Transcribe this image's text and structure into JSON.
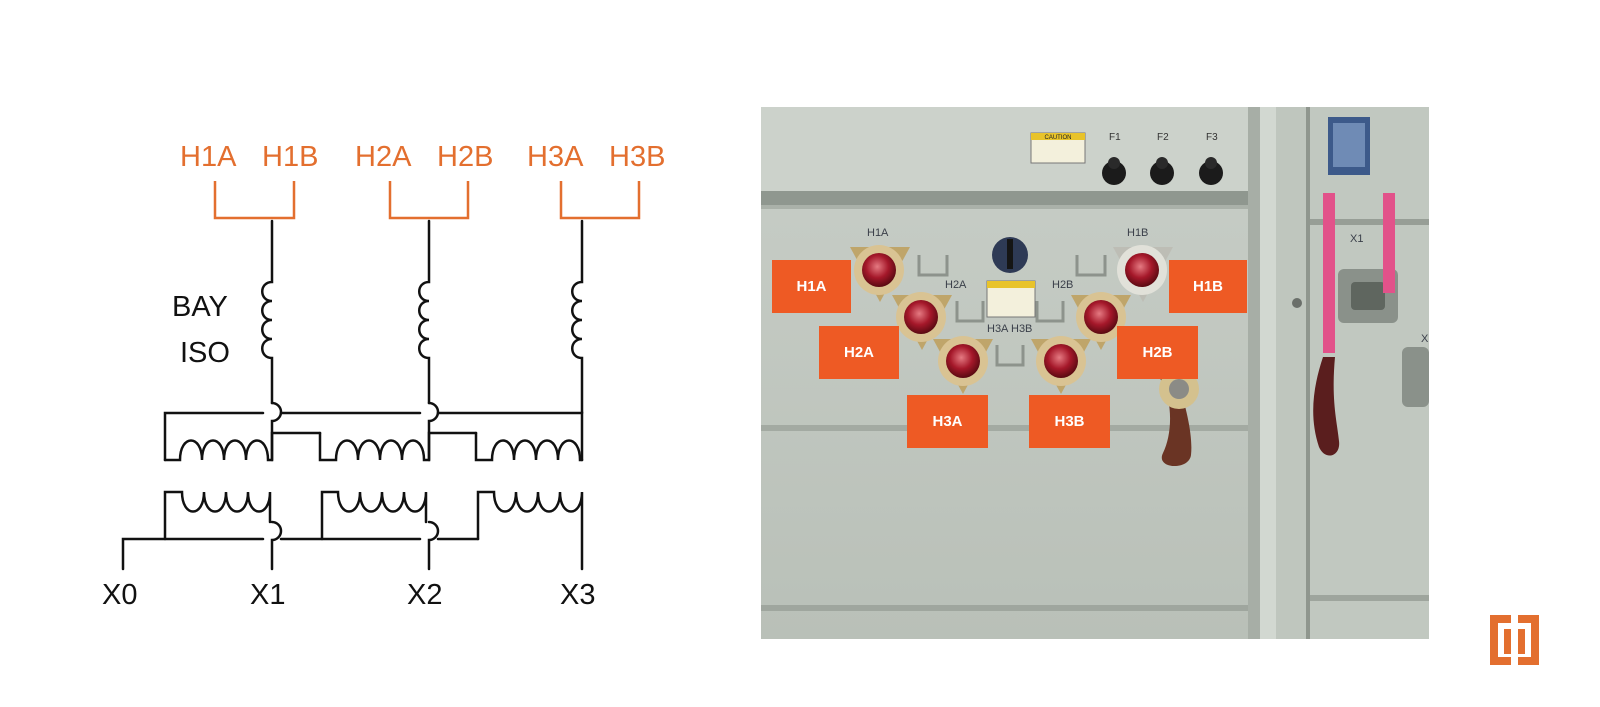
{
  "colors": {
    "accent": "#e36f2f",
    "callout": "#ee5a24",
    "line": "#111111"
  },
  "diagram": {
    "primary_labels": [
      "H1A",
      "H1B",
      "H2A",
      "H2B",
      "H3A",
      "H3B"
    ],
    "fuse_label_1": "BAY",
    "fuse_label_2": "ISO",
    "secondary_labels": [
      "X0",
      "X1",
      "X2",
      "X3"
    ]
  },
  "photo": {
    "callouts": [
      "H1A",
      "H1B",
      "H2A",
      "H2B",
      "H3A",
      "H3B"
    ],
    "stencils": {
      "h1a": "H1A",
      "h1b": "H1B",
      "h2a": "H2A",
      "h2b": "H2B",
      "h3a": "H3A",
      "h3b": "H3B",
      "f1": "F1",
      "f2": "F2",
      "f3": "F3",
      "x1": "X1",
      "x": "X"
    },
    "caution_label": "CAUTION"
  },
  "logo": {
    "icon": "brand-logo-icon"
  }
}
